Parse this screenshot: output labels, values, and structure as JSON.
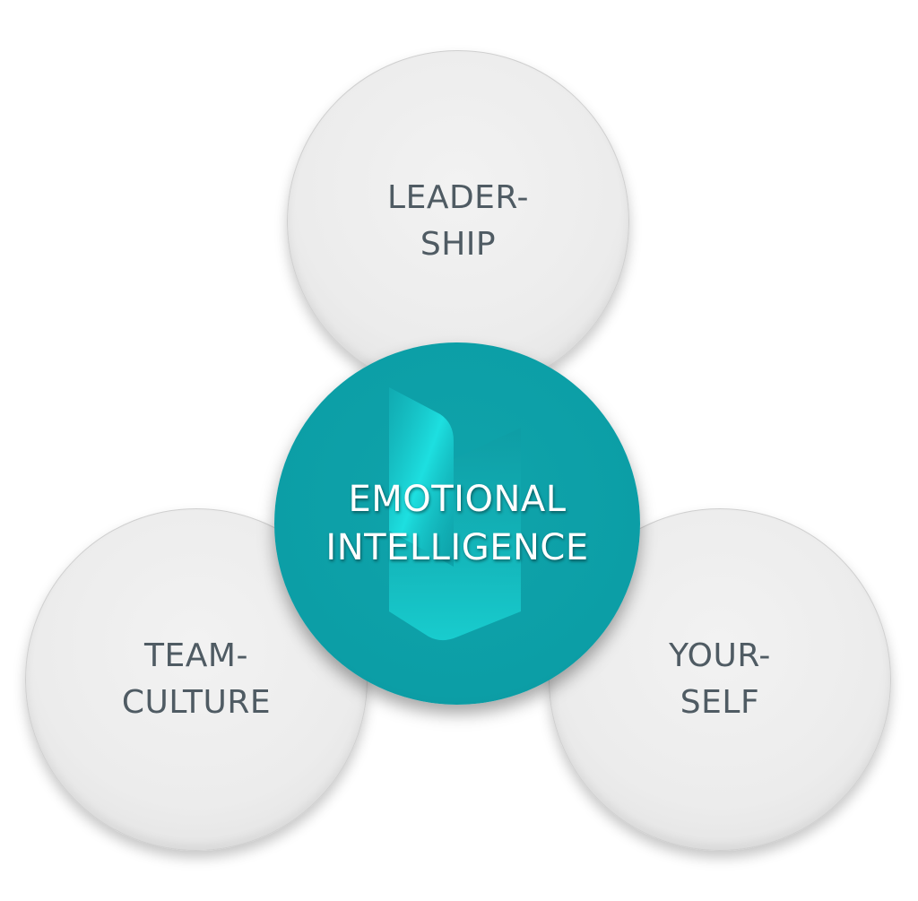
{
  "diagram": {
    "center": {
      "label": "EMOTIONAL\nINTELLIGENCE",
      "color": "#0ea0a8"
    },
    "nodes": [
      {
        "id": "top",
        "label": "LEADER-\nSHIP"
      },
      {
        "id": "left",
        "label": "TEAM-\nCULTURE"
      },
      {
        "id": "right",
        "label": "YOUR-\nSELF"
      }
    ],
    "node_color": "#ececec",
    "text_color": "#4f5b63"
  }
}
